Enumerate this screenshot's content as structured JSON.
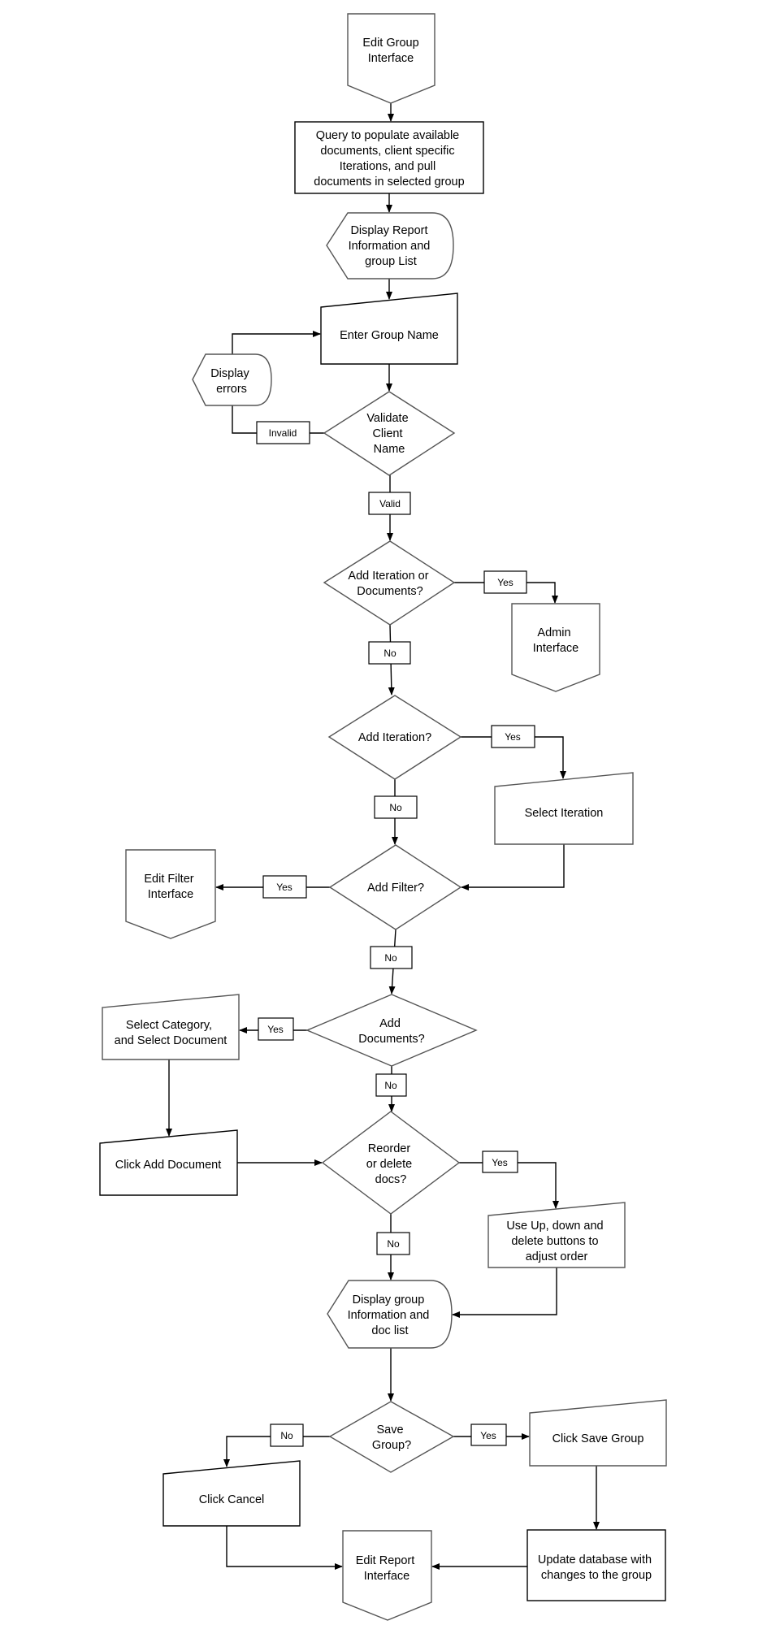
{
  "diagram": {
    "type": "flowchart",
    "nodes": {
      "edit_group_interface": {
        "shape": "off-page-connector",
        "lines": [
          "Edit Group",
          "Interface"
        ]
      },
      "query": {
        "shape": "process",
        "lines": [
          "Query to populate available",
          "documents, client specific",
          "Iterations, and pull",
          "documents in selected group"
        ]
      },
      "display_report": {
        "shape": "display",
        "lines": [
          "Display Report",
          "Information and",
          "group List"
        ]
      },
      "enter_group_name": {
        "shape": "manual-input",
        "lines": [
          "Enter Group Name"
        ]
      },
      "display_errors": {
        "shape": "display",
        "lines": [
          "Display",
          "errors"
        ]
      },
      "validate_client_name": {
        "shape": "decision",
        "lines": [
          "Validate",
          "Client",
          "Name"
        ]
      },
      "add_iteration_or_documents": {
        "shape": "decision",
        "lines": [
          "Add Iteration or",
          "Documents?"
        ]
      },
      "admin_interface": {
        "shape": "off-page-connector",
        "lines": [
          "Admin",
          "Interface"
        ]
      },
      "add_iteration": {
        "shape": "decision",
        "lines": [
          "Add Iteration?"
        ]
      },
      "select_iteration": {
        "shape": "manual-input",
        "lines": [
          "Select Iteration"
        ]
      },
      "add_filter": {
        "shape": "decision",
        "lines": [
          "Add Filter?"
        ]
      },
      "edit_filter_interface": {
        "shape": "off-page-connector",
        "lines": [
          "Edit Filter",
          "Interface"
        ]
      },
      "add_documents": {
        "shape": "decision",
        "lines": [
          "Add",
          "Documents?"
        ]
      },
      "select_category": {
        "shape": "manual-input",
        "lines": [
          "Select Category,",
          "and Select Document"
        ]
      },
      "click_add_document": {
        "shape": "manual-input",
        "lines": [
          "Click Add Document"
        ]
      },
      "reorder_or_delete": {
        "shape": "decision",
        "lines": [
          "Reorder",
          "or delete",
          "docs?"
        ]
      },
      "use_up_down": {
        "shape": "manual-input",
        "lines": [
          "Use Up, down and",
          "delete buttons to",
          "adjust order"
        ]
      },
      "display_group_info": {
        "shape": "display",
        "lines": [
          "Display group",
          "Information and",
          "doc list"
        ]
      },
      "save_group": {
        "shape": "decision",
        "lines": [
          "Save",
          "Group?"
        ]
      },
      "click_save_group": {
        "shape": "manual-input",
        "lines": [
          "Click Save Group"
        ]
      },
      "click_cancel": {
        "shape": "manual-input",
        "lines": [
          "Click Cancel"
        ]
      },
      "update_database": {
        "shape": "process",
        "lines": [
          "Update database with",
          "changes to the group"
        ]
      },
      "edit_report_interface": {
        "shape": "off-page-connector",
        "lines": [
          "Edit Report",
          "Interface"
        ]
      }
    },
    "edge_labels": {
      "invalid": "Invalid",
      "valid": "Valid",
      "yes_admin": "Yes",
      "no_iter_docs": "No",
      "yes_iteration": "Yes",
      "no_iteration": "No",
      "yes_filter": "Yes",
      "no_filter": "No",
      "yes_documents": "Yes",
      "no_documents": "No",
      "yes_reorder": "Yes",
      "no_reorder": "No",
      "no_save": "No",
      "yes_save": "Yes"
    }
  }
}
